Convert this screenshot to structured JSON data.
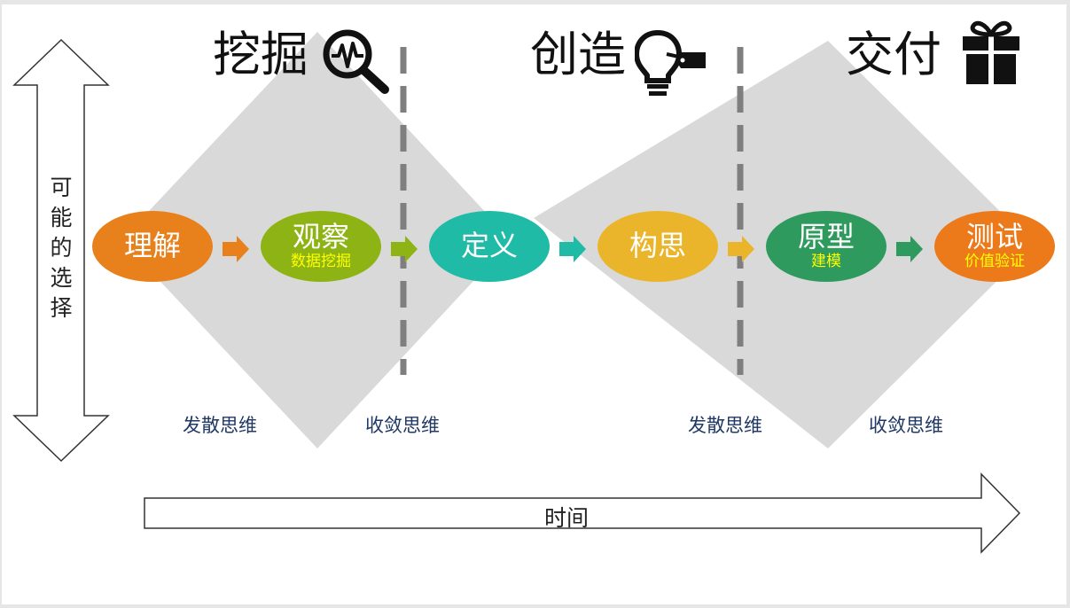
{
  "phases": [
    {
      "title": "挖掘",
      "icon": "magnifier-pulse-icon"
    },
    {
      "title": "创造",
      "icon": "lightbulb-tag-icon"
    },
    {
      "title": "交付",
      "icon": "gift-box-icon"
    }
  ],
  "steps": [
    {
      "title": "理解",
      "subtitle": "",
      "color": "#e8801b",
      "sub_color": "#ffffff"
    },
    {
      "title": "观察",
      "subtitle": "数据挖掘",
      "color": "#8db314",
      "sub_color": "#ffff00"
    },
    {
      "title": "定义",
      "subtitle": "",
      "color": "#1fbba6",
      "sub_color": "#ffffff"
    },
    {
      "title": "构思",
      "subtitle": "",
      "color": "#eab52a",
      "sub_color": "#ffffff"
    },
    {
      "title": "原型",
      "subtitle": "建模",
      "color": "#2e9a5e",
      "sub_color": "#ffff00"
    },
    {
      "title": "测试",
      "subtitle": "价值验证",
      "color": "#ec7a1b",
      "sub_color": "#ffff00"
    }
  ],
  "arrow_colors": [
    "#e8801b",
    "#8db314",
    "#1fbba6",
    "#eab52a",
    "#2e9a5e"
  ],
  "thinking_labels": [
    "发散思维",
    "收敛思维",
    "发散思维",
    "收敛思维"
  ],
  "axes": {
    "vertical": "可能的选择",
    "horizontal": "时间"
  },
  "colors": {
    "diamond": "#d9d9d9",
    "divider": "#7f7f7f",
    "thinking_text": "#1f3864"
  }
}
